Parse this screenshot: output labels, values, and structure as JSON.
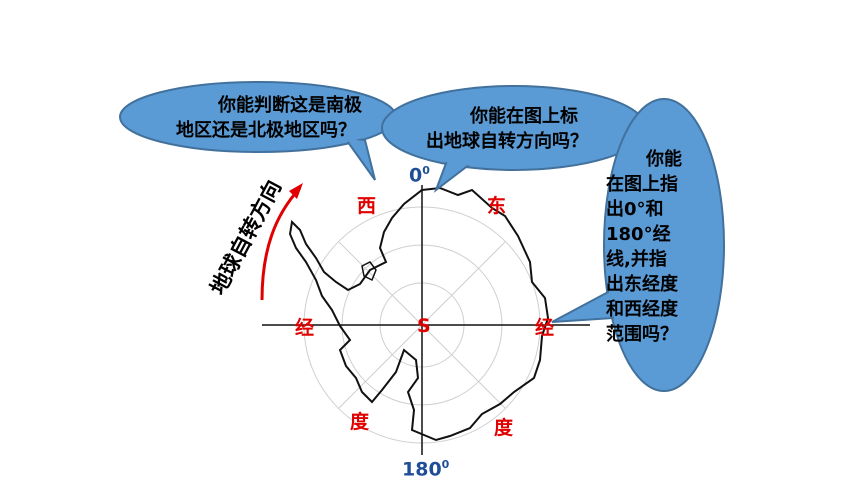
{
  "bubbles": {
    "q1_line1": "你能判断这是南极",
    "q1_line2": "地区还是北极地区吗？",
    "q2_line1": "你能在图上标",
    "q2_line2": "出地球自转方向吗？",
    "q3_lines": [
      "你能",
      "在图上指",
      "出0°和",
      "180°经",
      "线,并指",
      "出东经度",
      "和西经度",
      "范围吗？"
    ]
  },
  "map_labels": {
    "west": "西",
    "east": "东",
    "jing_left": "经",
    "jing_right": "经",
    "du_left": "度",
    "du_right": "度",
    "pole": "S",
    "top_meridian": "0",
    "top_sup": "0",
    "bottom_meridian": "180",
    "bottom_sup": "0"
  },
  "rotation_text": "地球自转方向",
  "colors": {
    "bubble_fill": "#5b9bd5",
    "bubble_stroke": "#41719c",
    "label_red": "#e00000",
    "label_blue": "#1f4e96",
    "arrow_red": "#e00000"
  }
}
